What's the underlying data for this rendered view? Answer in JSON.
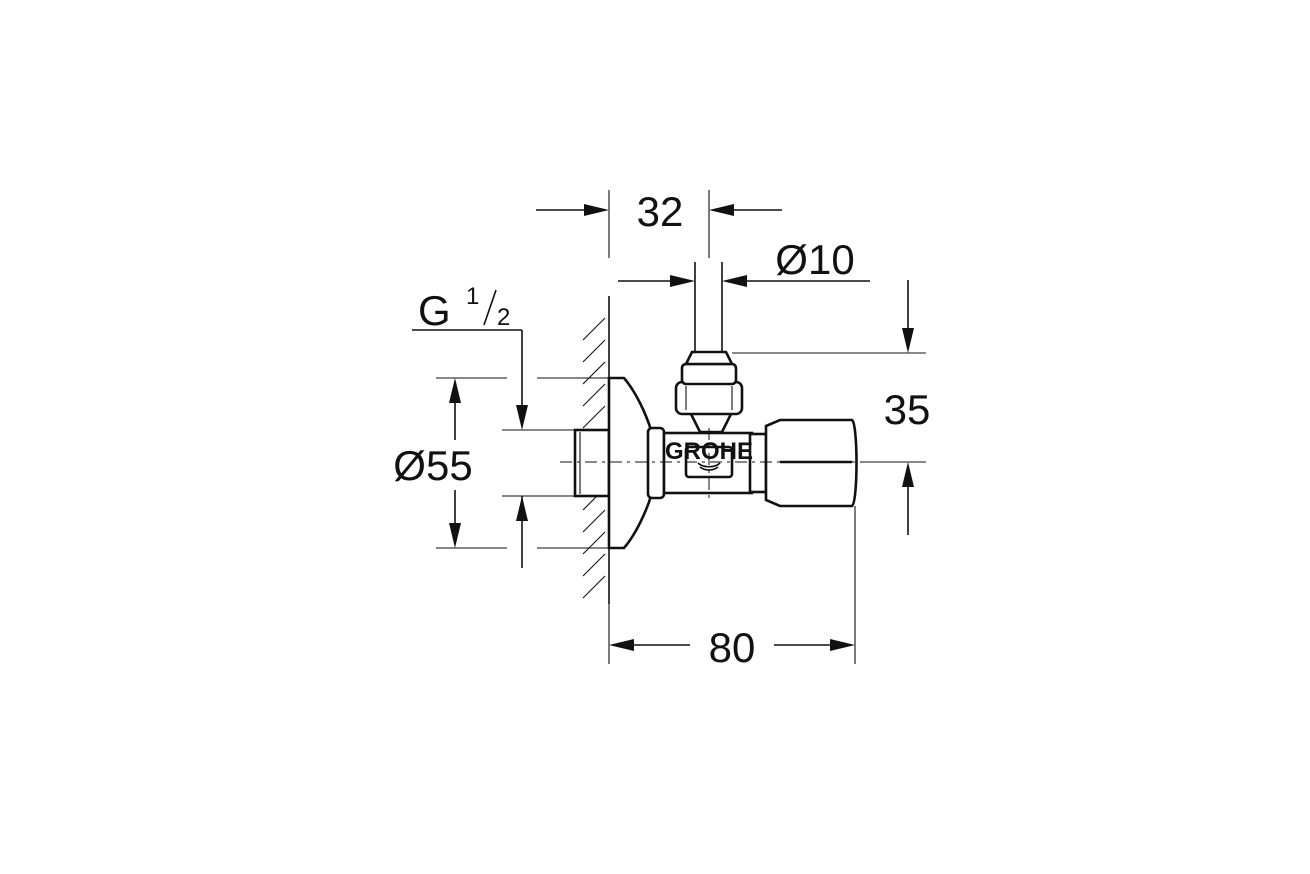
{
  "dimensions": {
    "width_top": "32",
    "pipe_diameter": "Ø10",
    "thread_main": "G",
    "thread_num": "1",
    "thread_den": "2",
    "rosette_diameter": "Ø55",
    "height_offset": "35",
    "depth": "80"
  },
  "logo": {
    "text": "GROHE"
  },
  "colors": {
    "line": "#111111",
    "background": "#ffffff"
  }
}
